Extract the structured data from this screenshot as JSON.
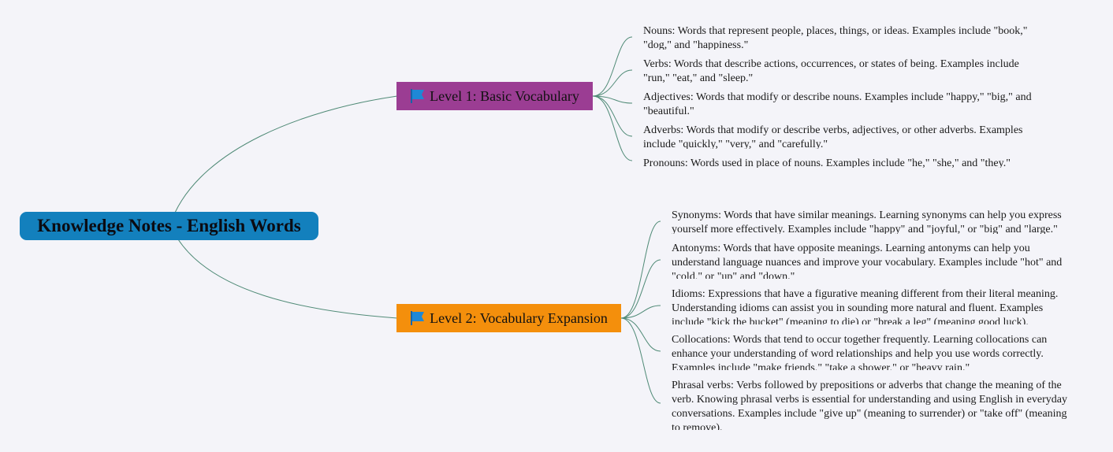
{
  "colors": {
    "root_bg": "#1380bd",
    "level1_bg": "#9b3d93",
    "level2_bg": "#f48f0c",
    "link": "#4f8a76",
    "flag": "#1e88d6",
    "background": "#f4f4f9"
  },
  "root": {
    "label": "Knowledge Notes - English Words"
  },
  "level1": {
    "label": "Level 1: Basic Vocabulary",
    "icon": "flag-icon",
    "items": [
      "Nouns: Words that represent people, places, things, or ideas. Examples include \"book,\" \"dog,\" and \"happiness.\"",
      "Verbs: Words that describe actions, occurrences, or states of being. Examples include \"run,\" \"eat,\" and \"sleep.\"",
      "Adjectives: Words that modify or describe nouns. Examples include \"happy,\" \"big,\" and \"beautiful.\"",
      "Adverbs: Words that modify or describe verbs, adjectives, or other adverbs. Examples include \"quickly,\" \"very,\" and \"carefully.\"",
      "Pronouns: Words used in place of nouns. Examples include \"he,\" \"she,\" and \"they.\""
    ]
  },
  "level2": {
    "label": "Level 2: Vocabulary Expansion",
    "icon": "flag-icon",
    "items": [
      "Synonyms: Words that have similar meanings. Learning synonyms can help you express yourself more effectively. Examples include \"happy\" and \"joyful,\" or \"big\" and \"large.\"",
      "Antonyms: Words that have opposite meanings. Learning antonyms can help you understand language nuances and improve your vocabulary. Examples include \"hot\" and \"cold,\" or \"up\" and \"down.\"",
      "Idioms: Expressions that have a figurative meaning different from their literal meaning. Understanding idioms can assist you in sounding more natural and fluent. Examples include \"kick the bucket\" (meaning to die) or \"break a leg\" (meaning good luck).",
      "Collocations: Words that tend to occur together frequently. Learning collocations can enhance your understanding of word relationships and help you use words correctly. Examples include \"make friends,\" \"take a shower,\" or \"heavy rain.\"",
      "Phrasal verbs: Verbs followed by prepositions or adverbs that change the meaning of the verb. Knowing phrasal verbs is essential for understanding and using English in everyday conversations. Examples include \"give up\" (meaning to surrender) or \"take off\" (meaning to remove)."
    ]
  }
}
